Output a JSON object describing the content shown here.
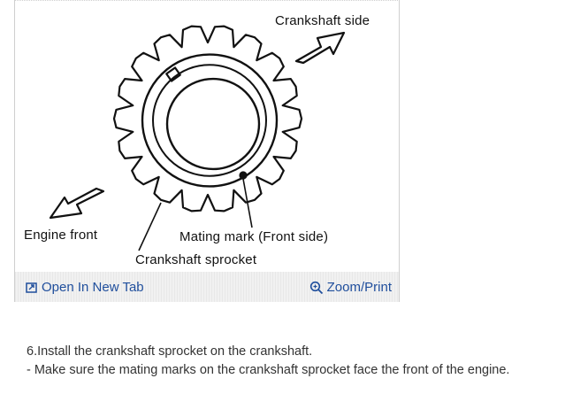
{
  "figure": {
    "labels": {
      "crankshaft_side": "Crankshaft side",
      "engine_front": "Engine front",
      "mating_mark": "Mating mark (Front side)",
      "crankshaft_sprocket": "Crankshaft sprocket"
    }
  },
  "toolbar": {
    "open_tab_label": "Open In New Tab",
    "zoom_label": "Zoom/Print",
    "link_color": "#1f4e9c",
    "open_tab_icon": "new-tab-icon",
    "zoom_icon": "magnifier-icon"
  },
  "instructions": {
    "step": "6.Install the crankshaft sprocket on the crankshaft.",
    "note": "- Make sure the mating marks on the crankshaft sprocket face the front of the engine."
  }
}
